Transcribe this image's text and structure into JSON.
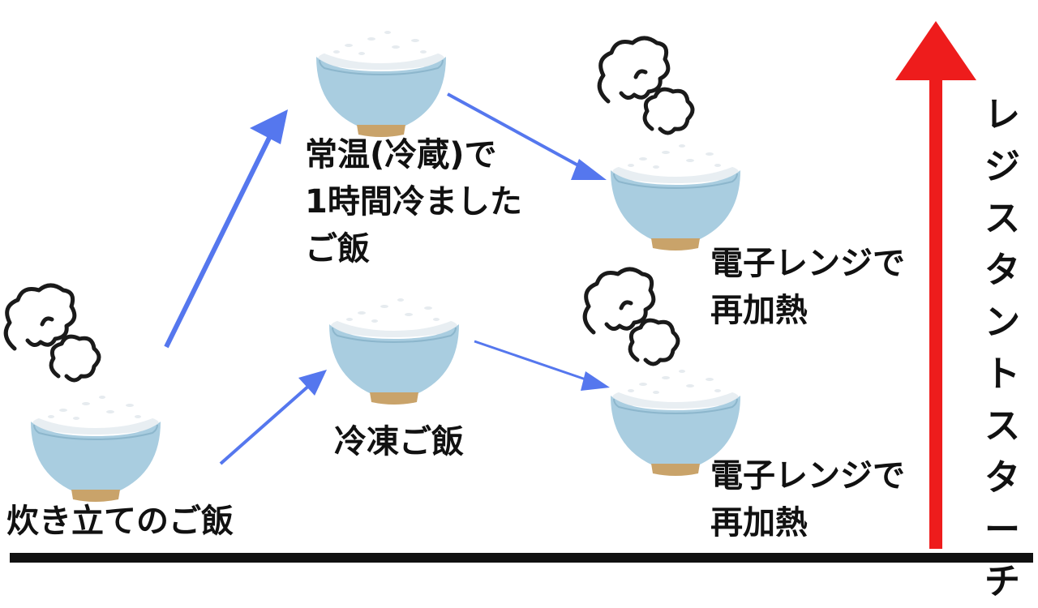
{
  "labels": {
    "freshly_cooked": "炊き立てのご飯",
    "room_temp": [
      "常温(冷蔵)で",
      "1時間冷ました",
      "ご飯"
    ],
    "frozen": "冷凍ご飯",
    "reheat_top": [
      "電子レンジで",
      "再加熱"
    ],
    "reheat_bottom": [
      "電子レンジで",
      "再加熱"
    ]
  },
  "side_label": [
    "レ",
    "ジ",
    "ス",
    "タ",
    "ン",
    "ト",
    "ス",
    "タ",
    "ー",
    "チ"
  ],
  "colors": {
    "flow_arrow": "#5577ee",
    "scale_arrow": "#ee1c1c",
    "bowl": "#a9cde0",
    "bowl_foot": "#c9a36a",
    "rice": "#ffffff",
    "baseline": "#111111"
  },
  "icons": {
    "bowl": "rice-bowl-icon",
    "steam": "steam-icon"
  }
}
